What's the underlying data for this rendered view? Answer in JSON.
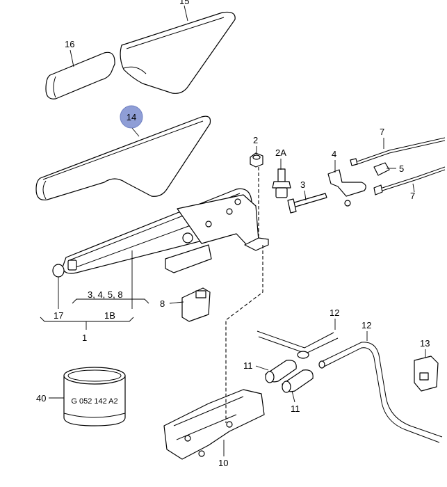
{
  "callouts": {
    "c15": "15",
    "c16": "16",
    "c14": "14",
    "c2": "2",
    "c2a": "2A",
    "c3": "3",
    "c4": "4",
    "c5": "5",
    "c7a": "7",
    "c7b": "7",
    "c3458": "3, 4, 5, 8",
    "c17": "17",
    "c1b": "1B",
    "c1": "1",
    "c8": "8",
    "c12a": "12",
    "c12b": "12",
    "c13": "13",
    "c11a": "11",
    "c11b": "11",
    "c40": "40",
    "c10": "10"
  },
  "sleeve_marking": "G 052 142 A2",
  "highlight_color": "#8f9ed6"
}
